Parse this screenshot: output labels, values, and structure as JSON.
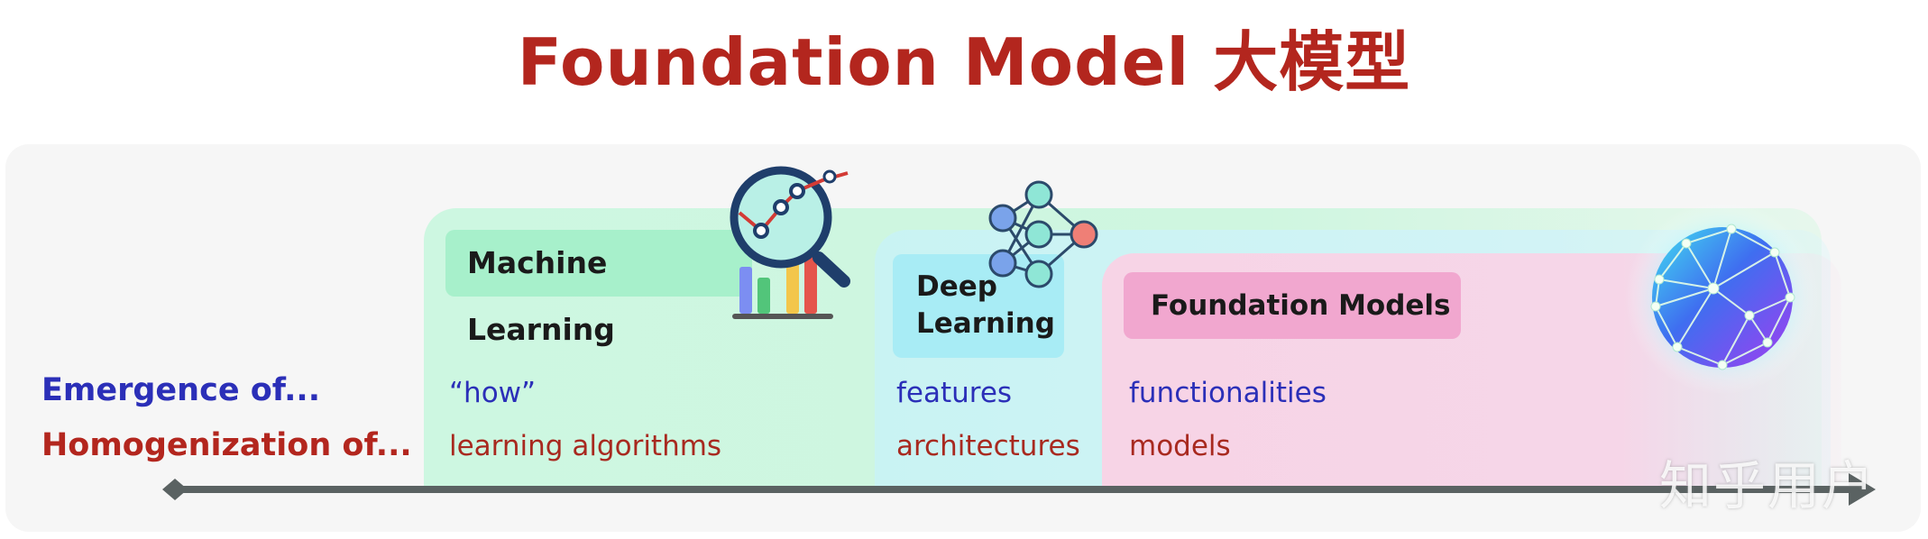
{
  "title": "Foundation Model 大模型",
  "stages": [
    {
      "name": "Machine Learning",
      "emergence": "“how”",
      "homogenization": "learning algorithms"
    },
    {
      "name": "Deep Learning",
      "name_line1": "Deep",
      "name_line2": "Learning",
      "emergence": "features",
      "homogenization": "architectures"
    },
    {
      "name": "Foundation Models",
      "emergence": "functionalities",
      "homogenization": "models"
    }
  ],
  "row_labels": {
    "emergence": "Emergence of...",
    "homogenization": "Homogenization of..."
  },
  "icons": {
    "ml": "magnifier-chart-icon",
    "dl": "neural-network-icon",
    "fm": "network-globe-icon"
  },
  "watermark": "知乎用户",
  "colors": {
    "title": "#b3261e",
    "emergence": "#2b2fb8",
    "homogenization": "#b3261e",
    "ml_band": "#cdf7e1",
    "dl_band": "#c9f3f3",
    "fm_band": "#f7d4e6"
  }
}
